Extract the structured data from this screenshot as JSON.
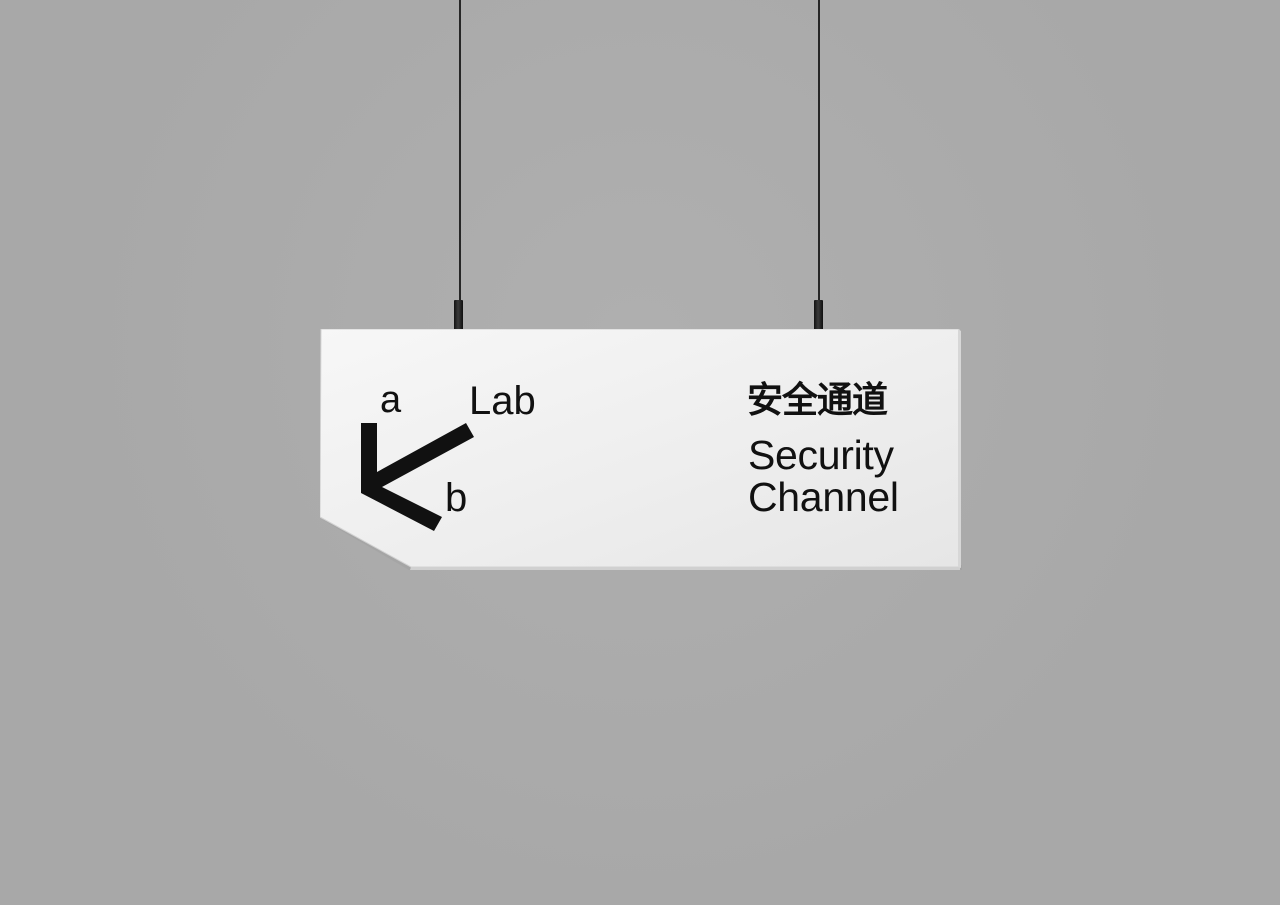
{
  "scene": {
    "colors": {
      "background": "#ababab",
      "sign_face": "#eeeeee",
      "sign_edge": "#d2d2d2",
      "ink": "#111111",
      "cable": "#262626"
    }
  },
  "sign": {
    "brand": {
      "letter_a": "a",
      "word_lab": "Lab",
      "letter_b": "b",
      "mark_icon": "bracket-arrow-icon"
    },
    "label": {
      "chinese": "安全通道",
      "english_line_1": "Security",
      "english_line_2": "Channel"
    }
  }
}
